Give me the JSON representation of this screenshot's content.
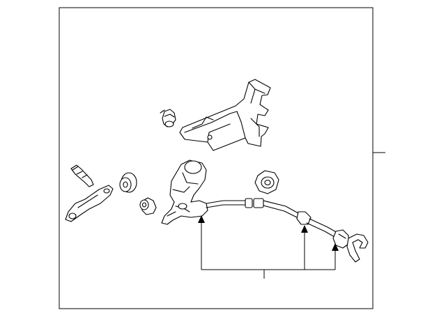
{
  "diagram": {
    "type": "exploded-parts-illustration",
    "background_color": "#ffffff",
    "line_color": "#000000",
    "parts": [
      "upper-bracket",
      "push-clip",
      "bolt",
      "link-plate",
      "grommet",
      "small-bushing",
      "shift-lever-cable-end",
      "nut",
      "shift-cable",
      "cable-end-clip"
    ],
    "callouts": [
      {
        "target": "cable-assembly",
        "arrow_count": 3
      },
      {
        "target": "whole-assembly",
        "arrow_count": 0
      }
    ]
  }
}
